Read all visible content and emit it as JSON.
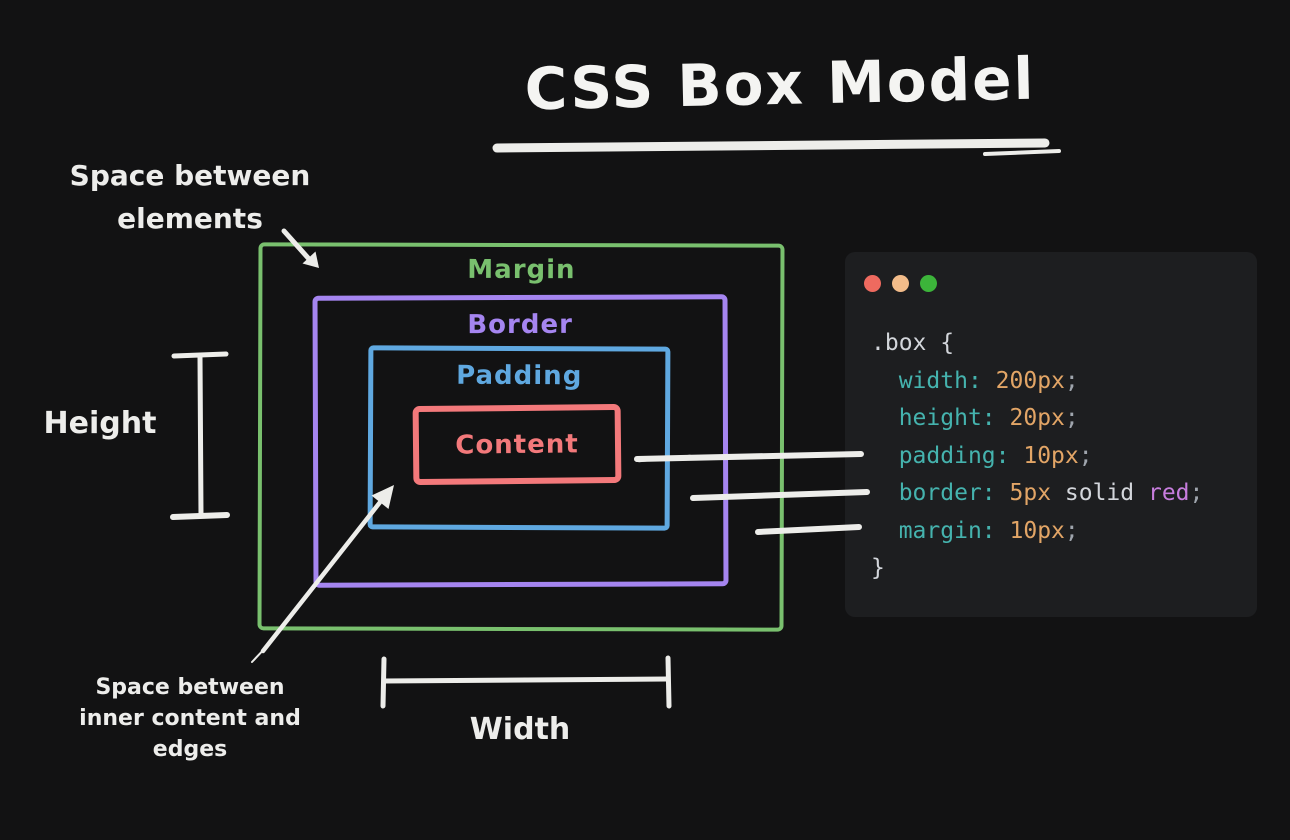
{
  "title": "CSS Box Model",
  "annotations": {
    "margin_note_line1": "Space between",
    "margin_note_line2": "elements",
    "padding_note_line1": "Space between",
    "padding_note_line2": "inner content and",
    "padding_note_line3": "edges",
    "height_label": "Height",
    "width_label": "Width"
  },
  "diagram": {
    "boxes": [
      {
        "name": "margin",
        "label": "Margin",
        "color": "#79c06e"
      },
      {
        "name": "border",
        "label": "Border",
        "color": "#a585f0"
      },
      {
        "name": "padding",
        "label": "Padding",
        "color": "#5fa8e0"
      },
      {
        "name": "content",
        "label": "Content",
        "color": "#f3797b"
      }
    ]
  },
  "code_panel": {
    "background": "#1d1e20",
    "window_controls": [
      {
        "name": "close",
        "color": "#ee6a5f"
      },
      {
        "name": "minimize",
        "color": "#f2bc8a"
      },
      {
        "name": "maximize",
        "color": "#3cb43a"
      }
    ],
    "token_colors": {
      "plain": "#d3d6db",
      "prop": "#45b3ae",
      "value": "#e2a566",
      "punct": "#9fa5ad",
      "keyword": "#c77dde"
    },
    "lines": [
      {
        "tokens": [
          {
            "text": ".box {",
            "type": "plain"
          }
        ]
      },
      {
        "tokens": [
          {
            "text": "  ",
            "type": "plain"
          },
          {
            "text": "width:",
            "type": "prop"
          },
          {
            "text": " ",
            "type": "plain"
          },
          {
            "text": "200px",
            "type": "value"
          },
          {
            "text": ";",
            "type": "punct"
          }
        ]
      },
      {
        "tokens": [
          {
            "text": "  ",
            "type": "plain"
          },
          {
            "text": "height:",
            "type": "prop"
          },
          {
            "text": " ",
            "type": "plain"
          },
          {
            "text": "20px",
            "type": "value"
          },
          {
            "text": ";",
            "type": "punct"
          }
        ]
      },
      {
        "tokens": [
          {
            "text": "  ",
            "type": "plain"
          },
          {
            "text": "padding:",
            "type": "prop"
          },
          {
            "text": " ",
            "type": "plain"
          },
          {
            "text": "10px",
            "type": "value"
          },
          {
            "text": ";",
            "type": "punct"
          }
        ]
      },
      {
        "tokens": [
          {
            "text": "  ",
            "type": "plain"
          },
          {
            "text": "border:",
            "type": "prop"
          },
          {
            "text": " ",
            "type": "plain"
          },
          {
            "text": "5px",
            "type": "value"
          },
          {
            "text": " solid ",
            "type": "plain"
          },
          {
            "text": "red",
            "type": "keyword"
          },
          {
            "text": ";",
            "type": "punct"
          }
        ]
      },
      {
        "tokens": [
          {
            "text": "  ",
            "type": "plain"
          },
          {
            "text": "margin:",
            "type": "prop"
          },
          {
            "text": " ",
            "type": "plain"
          },
          {
            "text": "10px",
            "type": "value"
          },
          {
            "text": ";",
            "type": "punct"
          }
        ]
      },
      {
        "tokens": [
          {
            "text": "}",
            "type": "plain"
          }
        ]
      }
    ]
  }
}
